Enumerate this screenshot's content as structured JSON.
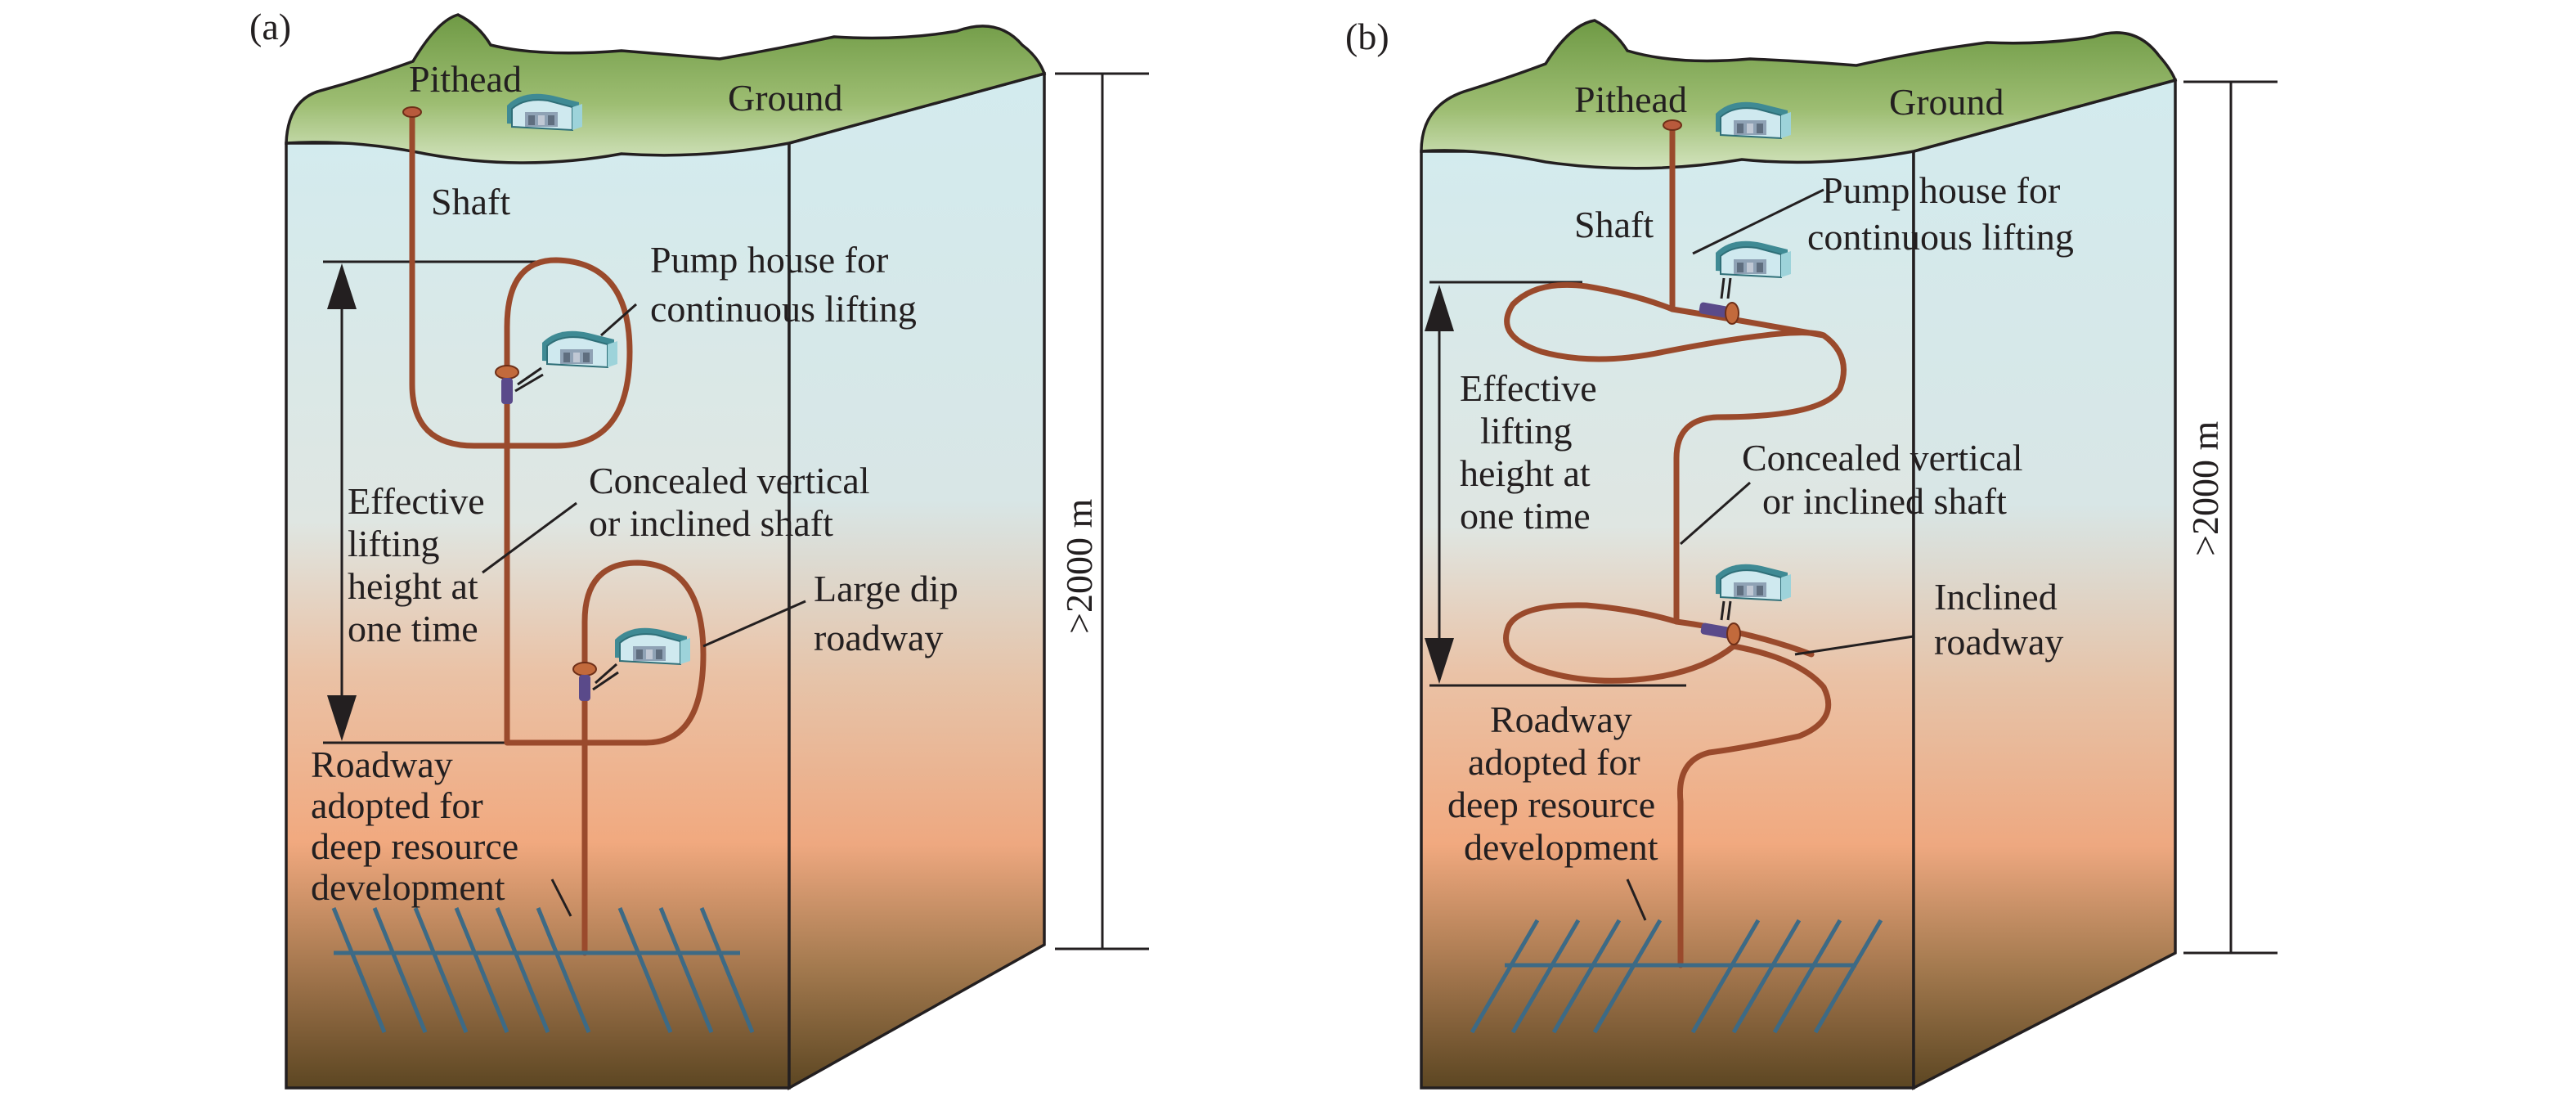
{
  "panels": [
    {
      "id": "a",
      "label": "(a)",
      "pithead": "Pithead",
      "ground": "Ground",
      "shaft": "Shaft",
      "pump_house": [
        "Pump house for",
        "continuous lifting"
      ],
      "concealed": [
        "Concealed vertical",
        "or inclined shaft"
      ],
      "roadway_type": [
        "Large dip",
        "roadway"
      ],
      "effective": [
        "Effective",
        "lifting",
        "height at",
        "one time"
      ],
      "deep_roadway": [
        "Roadway",
        "adopted for",
        "deep resource",
        "development"
      ],
      "depth": ">2000 m"
    },
    {
      "id": "b",
      "label": "(b)",
      "pithead": "Pithead",
      "ground": "Ground",
      "shaft": "Shaft",
      "pump_house": [
        "Pump house for",
        "continuous lifting"
      ],
      "concealed": [
        "Concealed vertical",
        "or inclined shaft"
      ],
      "roadway_type": [
        "Inclined",
        "roadway"
      ],
      "effective": [
        "Effective",
        "lifting",
        "height at",
        "one time"
      ],
      "deep_roadway": [
        "Roadway",
        "adopted for",
        "deep resource",
        "development"
      ],
      "depth": ">2000 m"
    }
  ],
  "colors": {
    "sky": "#d3ebee",
    "mid": "#e8c7a8",
    "orange": "#f0aa82",
    "soil": "#6a5227",
    "grass_top": "#7aa14c",
    "grass_bottom": "#c7dcae",
    "tube": "#9a4a2c",
    "grid": "#3d6a85"
  }
}
